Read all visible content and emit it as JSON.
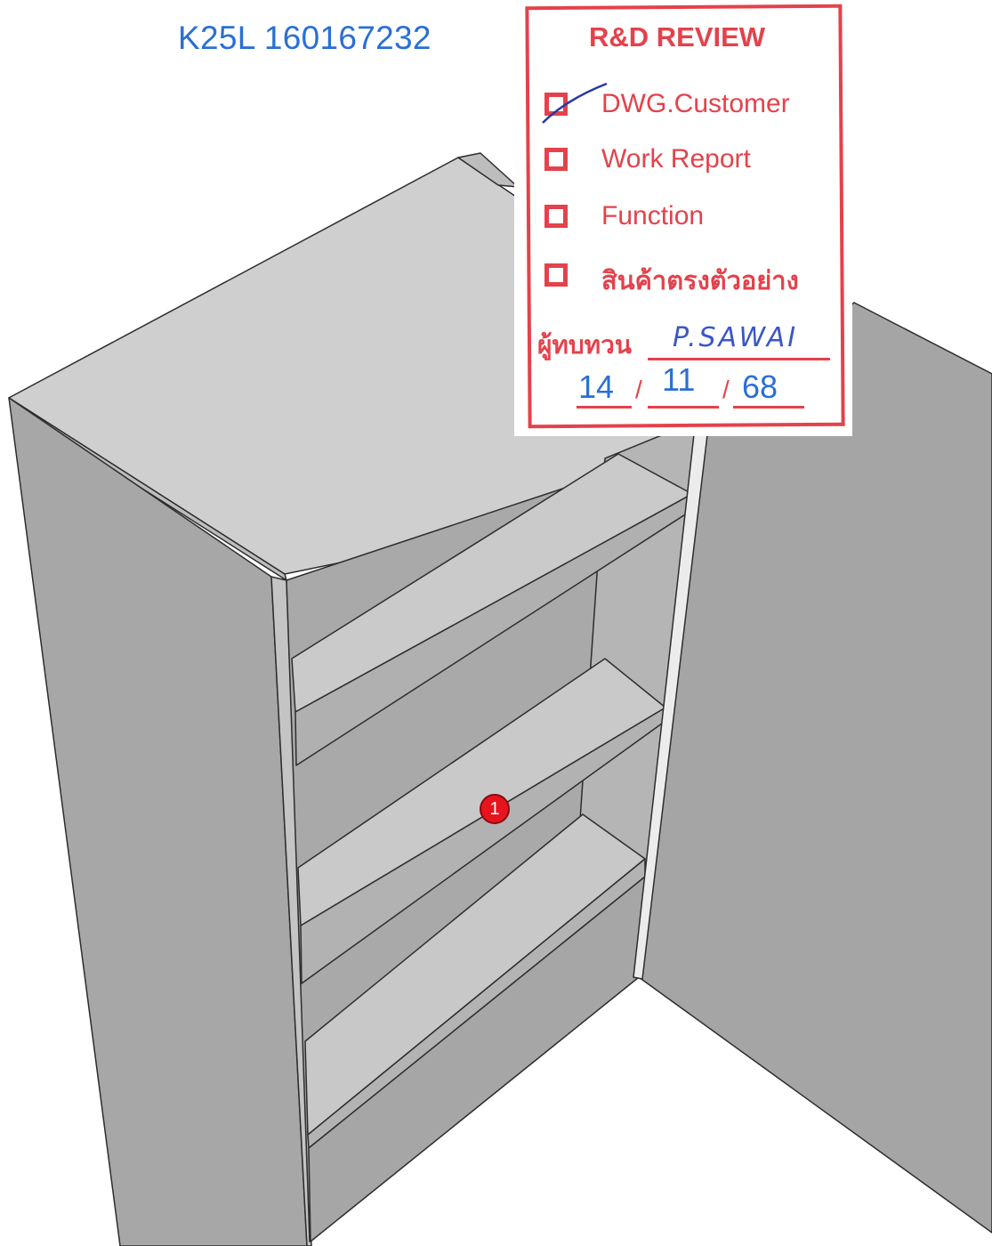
{
  "document_code": "K25L 160167232",
  "stamp": {
    "title": "R&D REVIEW",
    "items": [
      {
        "label": "DWG.Customer",
        "checked": true
      },
      {
        "label": "Work Report",
        "checked": false
      },
      {
        "label": "Function",
        "checked": false
      },
      {
        "label": "สินค้าตรงตัวอย่าง",
        "checked": false
      }
    ],
    "reviewer_label": "ผู้ทบทวน",
    "reviewer_name": "P.SAWAI",
    "date": {
      "day": "14",
      "month": "11",
      "year": "68"
    }
  },
  "callouts": [
    {
      "number": "1"
    }
  ],
  "colors": {
    "stamp_red": "#e4424b",
    "handwriting_blue": "#2a6fd6",
    "callout_red": "#e8141d"
  }
}
